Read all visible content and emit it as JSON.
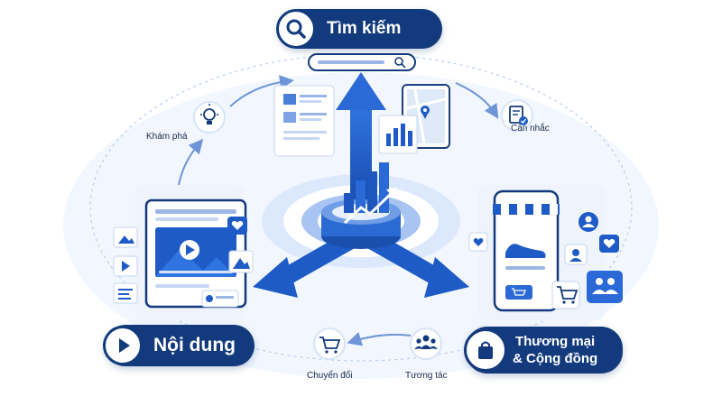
{
  "stages": {
    "search": {
      "label": "Tìm kiếm",
      "icon": "magnifier-icon"
    },
    "content": {
      "label": "Nội dung",
      "icon": "play-icon"
    },
    "commerce": {
      "line1": "Thương mại",
      "line2": "& Cộng đồng",
      "icon": "shopping-bag-icon"
    }
  },
  "steps": {
    "discover": {
      "label": "Khám phá",
      "icon": "lightbulb-icon"
    },
    "consider": {
      "label": "Cân nhắc",
      "icon": "checklist-icon"
    },
    "convert": {
      "label": "Chuyển đổi",
      "icon": "cart-icon"
    },
    "interact": {
      "label": "Tương tác",
      "icon": "people-icon"
    }
  },
  "colors": {
    "navy": "#123a7c",
    "royal_blue": "#1e5bc6",
    "light_blue": "#cfe0fb",
    "pale_blue": "#eaf2ff"
  }
}
